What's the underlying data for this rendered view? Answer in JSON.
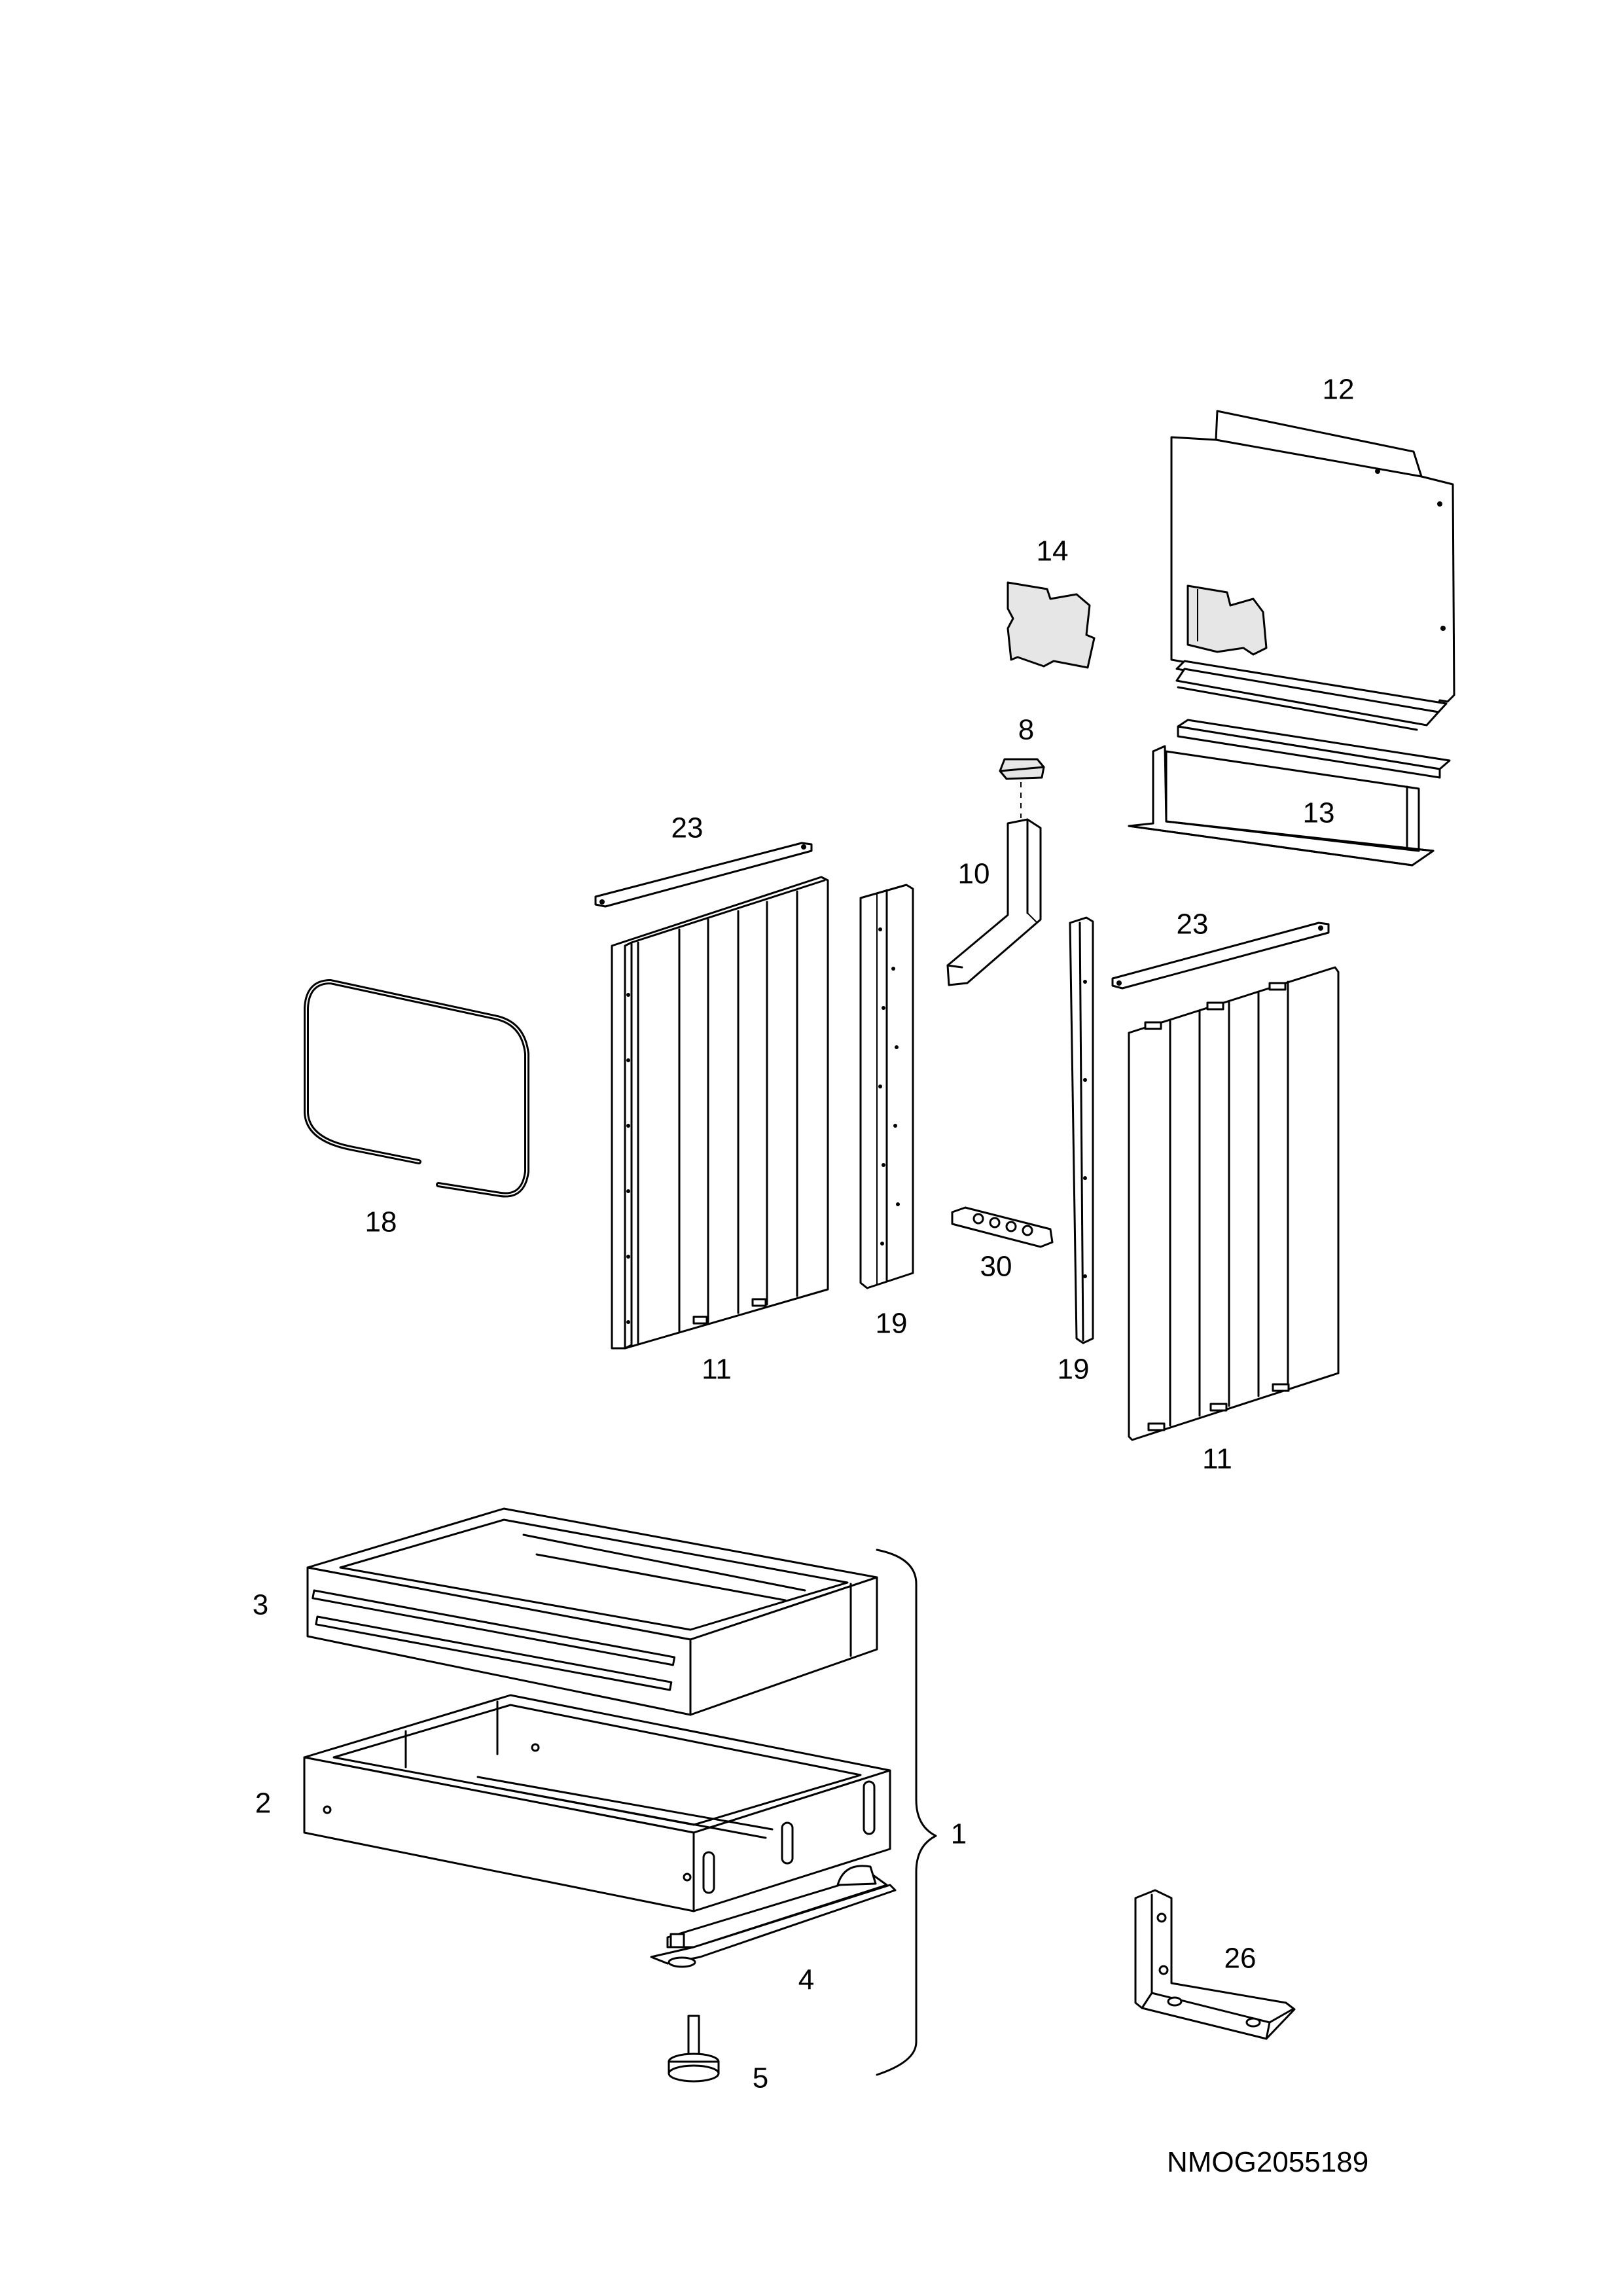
{
  "drawing": {
    "code": "NMOG2055189",
    "callouts": {
      "c1": "1",
      "c2": "2",
      "c3": "3",
      "c4": "4",
      "c5": "5",
      "c8": "8",
      "c10": "10",
      "c11a": "11",
      "c11b": "11",
      "c12": "12",
      "c13": "13",
      "c14": "14",
      "c18": "18",
      "c19a": "19",
      "c19b": "19",
      "c23a": "23",
      "c23b": "23",
      "c26": "26",
      "c30": "30"
    }
  }
}
